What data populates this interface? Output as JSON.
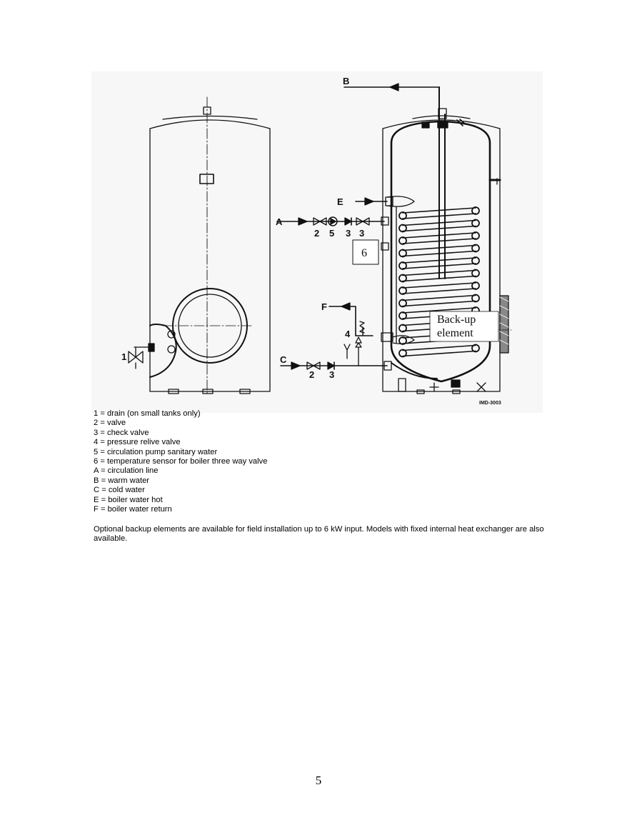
{
  "diagram": {
    "labels": {
      "a": "A",
      "b": "B",
      "c": "C",
      "e": "E",
      "f": "F",
      "n1": "1",
      "n2_top": "2",
      "n5": "5",
      "n3_top_1": "3",
      "n3_top_2": "3",
      "n2_bottom": "2",
      "n3_bottom": "3",
      "n4": "4",
      "sensor_box": "6",
      "backup_line1": "Back-up",
      "backup_line2": "element",
      "drawing_code": "IMD-3003"
    }
  },
  "legend": [
    "1 = drain (on small tanks only)",
    "2 = valve",
    "3 = check valve",
    "4 = pressure relive valve",
    "5 = circulation pump sanitary water",
    "6 = temperature sensor for boiler three way valve",
    "A = circulation line",
    "B = warm water",
    "C = cold water",
    "E = boiler water hot",
    "F = boiler water return"
  ],
  "note": "Optional backup elements are available for field installation up to 6 kW input. Models with fixed internal heat exchanger are also available.",
  "page_number": "5"
}
